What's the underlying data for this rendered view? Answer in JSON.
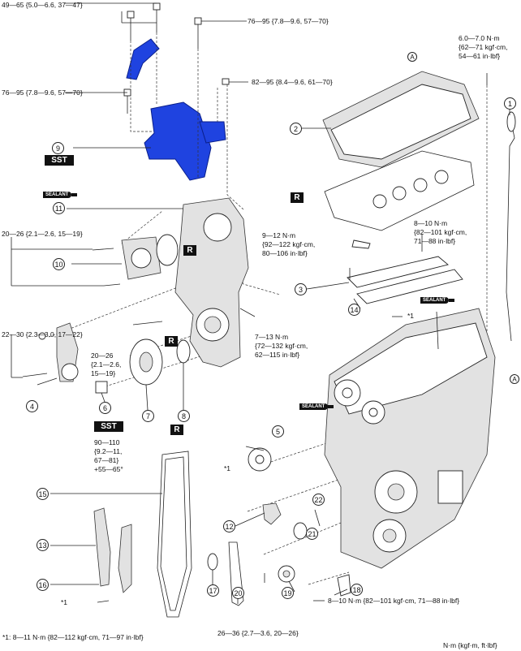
{
  "torques": {
    "t1": "49—65 {5.0—6.6, 37—47}",
    "t2": "76—95 {7.8—9.6, 57—70}",
    "t3": "76—95 {7.8—9.6, 57—70}",
    "t4": "82—95 {8.4—9.6, 61—70}",
    "t5_l1": "6.0—7.0 N·m",
    "t5_l2": "{62—71 kgf·cm,",
    "t5_l3": "54—61 in·lbf}",
    "t6": "20—26 {2.1—2.6, 15—19}",
    "t7_l1": "9—12 N·m",
    "t7_l2": "{92—122 kgf·cm,",
    "t7_l3": "80—106 in·lbf}",
    "t8_l1": "8—10 N·m",
    "t8_l2": "{82—101 kgf·cm,",
    "t8_l3": "71—88 in·lbf}",
    "t9": "22—30 {2.3—3.0, 17—22}",
    "t10_l1": "20—26",
    "t10_l2": "{2.1—2.6,",
    "t10_l3": "15—19}",
    "t11_l1": "7—13 N·m",
    "t11_l2": "{72—132 kgf·cm,",
    "t11_l3": "62—115 in·lbf}",
    "t12_l1": "90—110",
    "t12_l2": "{9.2—11,",
    "t12_l3": "67—81}",
    "t12_l4": "+55—65°",
    "t13": "8—10 N·m {82—101 kgf·cm, 71—88 in·lbf}",
    "t14": "26—36 {2.7—3.6, 20—26}"
  },
  "notes": {
    "star1": "*1",
    "star1_b": "*1",
    "star1_c": "*1",
    "footnote": "*1: 8—11 N·m {82—112 kgf·cm, 71—97 in·lbf}",
    "units": "N·m {kgf·m, ft·lbf}"
  },
  "badges": {
    "sst": "SST",
    "r": "R",
    "sealant": "SEALANT"
  },
  "callouts": {
    "c1": "1",
    "c2": "2",
    "c3": "3",
    "c4": "4",
    "c5": "5",
    "c6": "6",
    "c7": "7",
    "c8": "8",
    "c9": "9",
    "c10": "10",
    "c11": "11",
    "c12": "12",
    "c13": "13",
    "c14": "14",
    "c15": "15",
    "c16": "16",
    "c17": "17",
    "c18": "18",
    "c19": "19",
    "c20": "20",
    "c21": "21",
    "c22": "22",
    "a": "A"
  },
  "colors": {
    "highlight": "#1f43e0",
    "line": "#222222"
  }
}
